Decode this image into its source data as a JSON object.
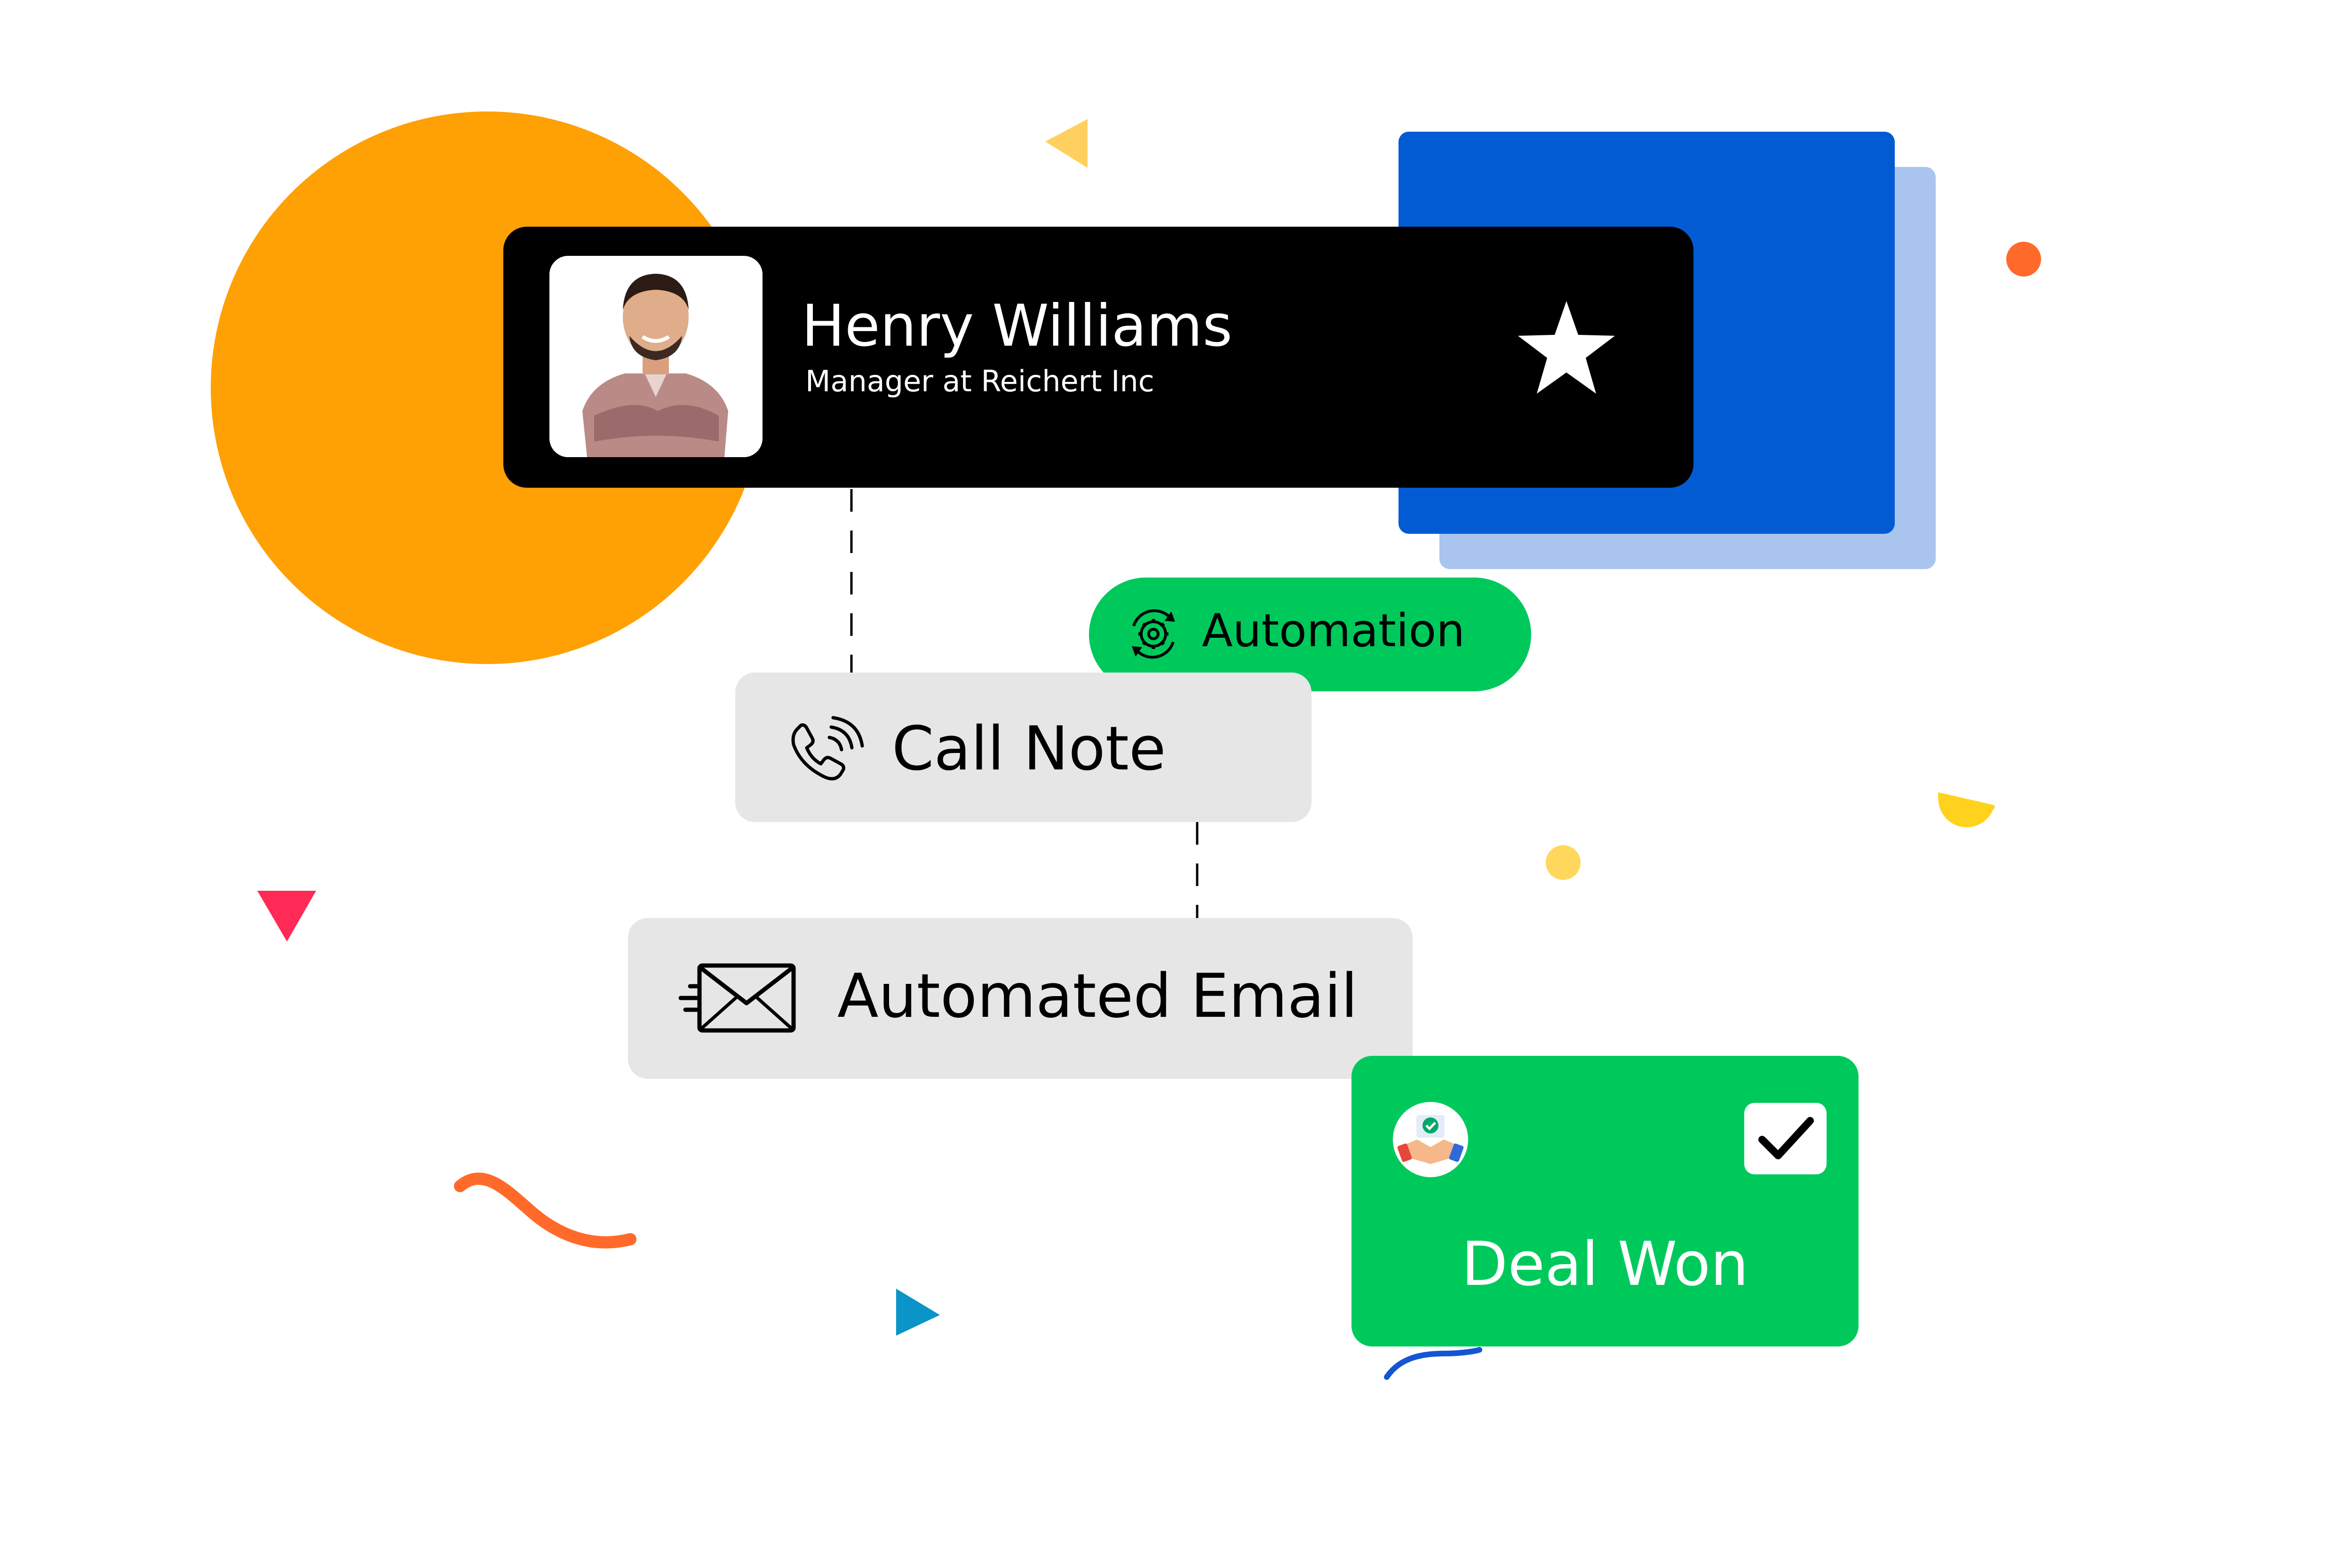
{
  "contact": {
    "name": "Henry Williams",
    "title": "Manager at Reichert Inc",
    "avatar_icon": "person-photo",
    "favorite_icon": "star-icon"
  },
  "automation_badge": {
    "label": "Automation",
    "icon": "gear-sync-icon"
  },
  "call_note": {
    "label": "Call Note",
    "icon": "phone-ringing-icon"
  },
  "automated_email": {
    "label": "Automated Email",
    "icon": "fast-mail-icon"
  },
  "deal": {
    "label": "Deal Won",
    "icon": "handshake-icon",
    "status_icon": "checkmark-icon"
  },
  "colors": {
    "orange": "#FFA005",
    "blue": "#025BD2",
    "light_blue": "#A9C4EE",
    "green": "#00C95C",
    "card_gray": "#E6E6E6",
    "black": "#000000"
  }
}
